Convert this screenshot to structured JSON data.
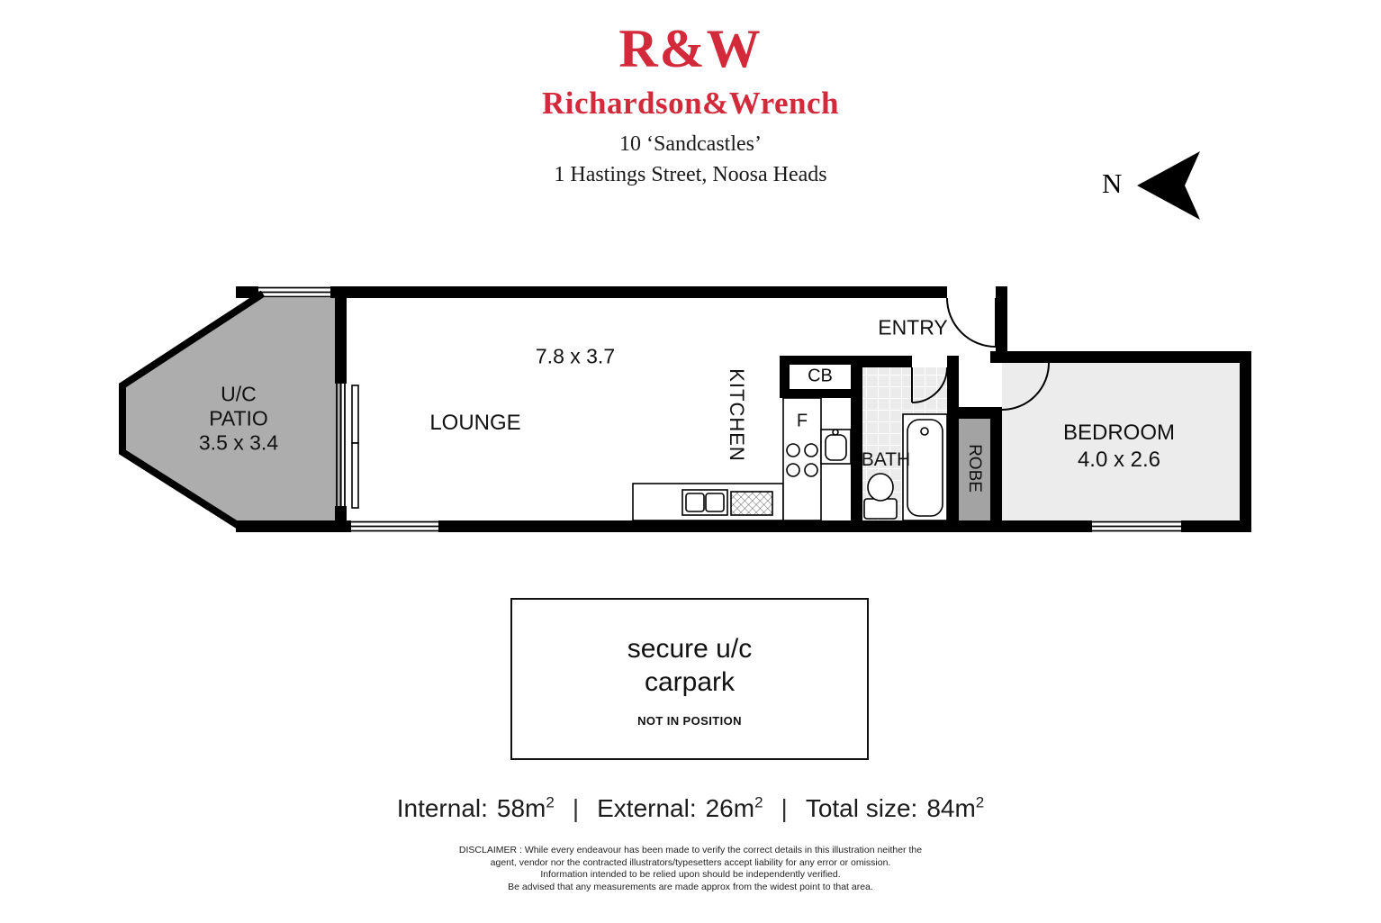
{
  "header": {
    "logo": "R&W",
    "brand": "Richardson&Wrench",
    "address_line1": "10 ‘Sandcastles’",
    "address_line2": "1 Hastings Street, Noosa Heads"
  },
  "compass": {
    "label": "N"
  },
  "floorplan": {
    "rooms": {
      "patio": {
        "line1": "U/C",
        "line2": "PATIO",
        "dims": "3.5 x 3.4"
      },
      "lounge": {
        "name": "LOUNGE",
        "dims": "7.8 x 3.7"
      },
      "kitchen": {
        "name": "KITCHEN"
      },
      "cupboard": {
        "name": "CB"
      },
      "fridge": {
        "name": "F"
      },
      "entry": {
        "name": "ENTRY"
      },
      "bath": {
        "name": "BATH"
      },
      "robe": {
        "name": "ROBE"
      },
      "bedroom": {
        "name": "BEDROOM",
        "dims": "4.0 x 2.6"
      }
    }
  },
  "carpark": {
    "line1": "secure u/c",
    "line2": "carpark",
    "note": "NOT IN POSITION"
  },
  "areas": {
    "internal_label": "Internal:",
    "internal_value": "58m",
    "external_label": "External:",
    "external_value": "26m",
    "total_label": "Total size:",
    "total_value": "84m",
    "superscript": "2",
    "separator": "|"
  },
  "disclaimer": {
    "lines": [
      "DISCLAIMER : While every endeavour has been made to verify the correct details in this illustration neither the",
      "agent, vendor nor the contracted illustrators/typesetters accept liability for any error or omission.",
      "Information intended to be relied upon should be independently verified.",
      "Be advised that any measurements are made approx from the widest point to that area."
    ]
  },
  "colors": {
    "brand_red": "#d2293b",
    "wall_black": "#000000",
    "patio_gray": "#adadad",
    "robe_gray": "#a3a3a3",
    "bedroom_gray": "#ececec",
    "tile_gray": "#ebebeb"
  }
}
